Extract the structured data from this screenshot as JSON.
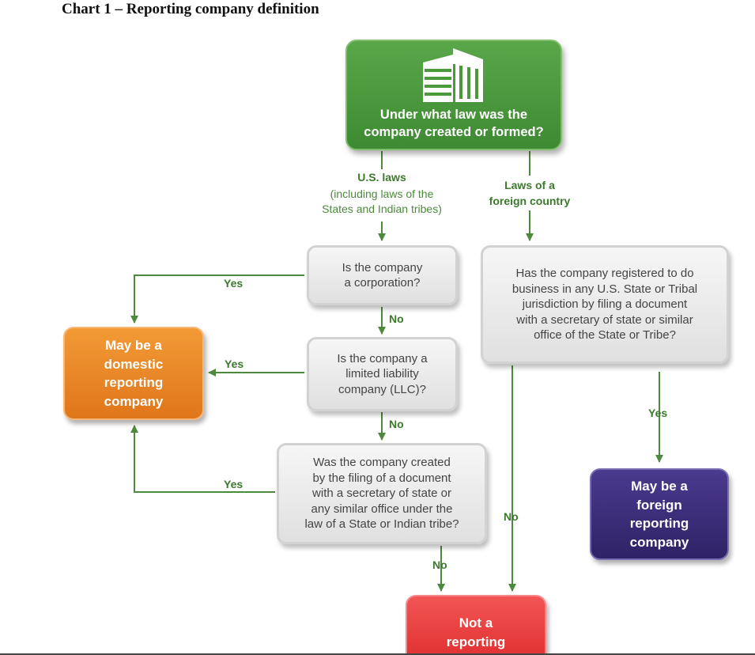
{
  "title": "Chart 1 – Reporting company definition",
  "colors": {
    "green": "#4a9a3c",
    "connector": "#4e8a3e",
    "orange": "#ea8625",
    "purple": "#3d2f7c",
    "red": "#ee4444",
    "gray": "#e6e6e6"
  },
  "start": {
    "icon": "building-icon",
    "text": "Under what law was the\ncompany created or formed?"
  },
  "branches": {
    "us_title": "U.S. laws",
    "us_sub": "(including laws of the\nStates and Indian tribes)",
    "foreign": "Laws of a\nforeign country"
  },
  "questions": {
    "corporation": "Is  the company\na corporation?",
    "llc": "Is the company a\nlimited liability\ncompany (LLC)?",
    "filing": "Was the company created\nby the filing of a document\nwith a secretary of state or\nany similar office under the\nlaw of a State or Indian tribe?",
    "foreign_registered": "Has the company registered to do\nbusiness in any U.S. State or Tribal\njurisdiction by filing a document\nwith a secretary of state or similar\noffice of the State or Tribe?"
  },
  "edge_labels": {
    "yes_corporation": "Yes",
    "yes_llc": "Yes",
    "yes_filing": "Yes",
    "yes_foreign": "Yes",
    "no_corporation": "No",
    "no_llc": "No",
    "no_filing": "No",
    "no_foreign": "No"
  },
  "outcomes": {
    "domestic": "May be a\ndomestic\nreporting\ncompany",
    "foreign": "May be a\nforeign\nreporting\ncompany",
    "not_reporting": "Not a\nreporting"
  }
}
